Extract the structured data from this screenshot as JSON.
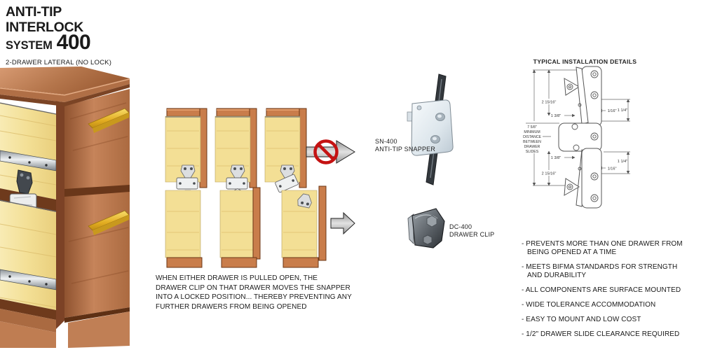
{
  "header": {
    "title_line1": "ANTI-TIP",
    "title_line2": "INTERLOCK",
    "title_line3_word": "SYSTEM",
    "title_line3_number": "400",
    "subtitle": "2-DRAWER LATERAL (NO LOCK)"
  },
  "sequence_diagram": {
    "caption_lines": [
      "WHEN EITHER DRAWER IS PULLED OPEN, THE",
      "DRAWER CLIP ON THAT DRAWER MOVES THE SNAPPER",
      "INTO A LOCKED POSITION... THEREBY PREVENTING ANY",
      "FURTHER DRAWERS FROM BEING OPENED"
    ],
    "icons": [
      "no-symbol-over-arrow",
      "pull-direction-arrow"
    ]
  },
  "components": {
    "snapper": {
      "code": "SN-400",
      "name": "ANTI-TIP SNAPPER"
    },
    "clip": {
      "code": "DC-400",
      "name": "DRAWER CLIP"
    }
  },
  "installation": {
    "title": "TYPICAL INSTALLATION DETAILS",
    "dims": {
      "dim_a": "2 15/16\"",
      "dim_b": "1 3/8\"",
      "dim_c": "1/16\"",
      "dim_d": "1 1/4\"",
      "min_distance": "7 5/8\"",
      "min_distance_note_lines": [
        "MINIMUM",
        "DISTANCE",
        "BETWEEN",
        "DRAWER",
        "SLIDES"
      ]
    }
  },
  "features": [
    "- PREVENTS MORE THAN ONE DRAWER FROM BEING OPENED AT A TIME",
    "- MEETS BIFMA STANDARDS FOR STRENGTH AND DURABILITY",
    "- ALL COMPONENTS ARE SURFACE MOUNTED",
    "- WIDE TOLERANCE ACCOMMODATION",
    "- EASY TO MOUNT AND LOW COST",
    "- 1/2\" DRAWER SLIDE CLEARANCE REQUIRED"
  ],
  "colors": {
    "wood": "#b5764c",
    "wood_dark": "#7b4425",
    "drawer_panel": "#f3df95",
    "handle_gold": "#e3ae22",
    "prohibition_red": "#c41212",
    "metal_dark": "#3a3f44",
    "metal_light": "#e8eef2"
  }
}
